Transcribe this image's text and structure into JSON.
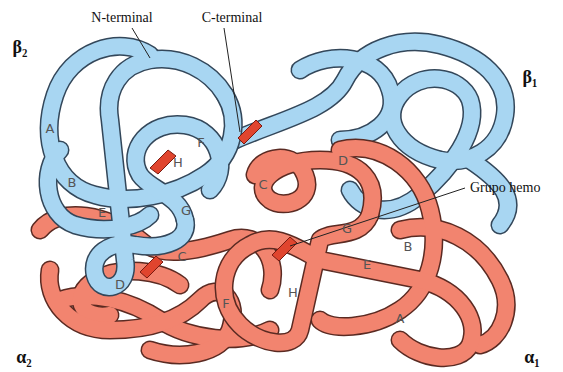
{
  "diagram": {
    "labels": [
      "N-terminal",
      "C-terminal",
      "β₂",
      "β₁",
      "A",
      "F",
      "H",
      "B",
      "E",
      "G",
      "C",
      "D",
      "C",
      "D",
      "Grupo hemo",
      "G",
      "B",
      "E",
      "F",
      "H",
      "A",
      "α₂",
      "α₁"
    ]
  }
}
